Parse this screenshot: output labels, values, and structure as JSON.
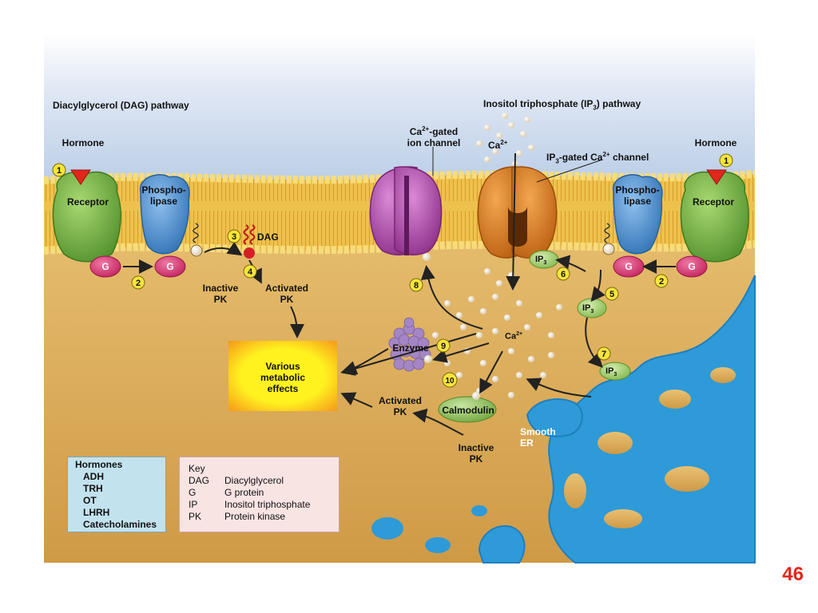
{
  "titles": {
    "dag": "Diacylglycerol (DAG) pathway",
    "ip3_pre": "Inositol triphosphate (IP",
    "ip3_sub": "3",
    "ip3_post": ") pathway"
  },
  "labels": {
    "hormone": "Hormone",
    "receptor": "Receptor",
    "phospholipase_1": "Phospho-",
    "phospholipase_2": "lipase",
    "g": "G",
    "dag": "DAG",
    "inactive_pk_1": "Inactive",
    "inactive_pk_2": "PK",
    "activated_pk_1": "Activated",
    "activated_pk_2": "PK",
    "ca_channel_1a": "Ca",
    "ca_channel_1b": "2+",
    "ca_channel_1c": "-gated",
    "ca_channel_2": "ion channel",
    "ca": "Ca",
    "ca_sup": "2+",
    "ip3_channel_a": "IP",
    "ip3_channel_b": "3",
    "ip3_channel_c": "-gated Ca",
    "ip3_channel_d": "2+",
    "ip3_channel_e": " channel",
    "ip": "IP",
    "ip_sub": "3",
    "enzyme": "Enzyme",
    "calmodulin": "Calmodulin",
    "smooth_er_1": "Smooth",
    "smooth_er_2": "ER",
    "effects_1": "Various",
    "effects_2": "metabolic",
    "effects_3": "effects"
  },
  "steps": [
    "1",
    "2",
    "3",
    "4",
    "5",
    "6",
    "7",
    "8",
    "9",
    "10"
  ],
  "hormones_box": {
    "title": "Hormones",
    "items": [
      "ADH",
      "TRH",
      "OT",
      "LHRH",
      "Catecholamines"
    ]
  },
  "key_box": {
    "title": "Key",
    "rows": [
      {
        "abbr": "DAG",
        "meaning": "Diacylglycerol"
      },
      {
        "abbr": "G",
        "meaning": "G protein"
      },
      {
        "abbr": "IP",
        "meaning": "Inositol triphosphate"
      },
      {
        "abbr": "PK",
        "meaning": "Protein kinase"
      }
    ]
  },
  "page_number": "46",
  "colors": {
    "sky": "#b9cde6",
    "cytoplasm": "#e3b766",
    "membrane": "#f2c44a",
    "receptor": "#7db545",
    "phospholipase": "#3f86c8",
    "g_protein": "#d8306f",
    "ca_channel": "#a845a4",
    "ip3_channel": "#e07f1c",
    "ip3": "#a4cf6a",
    "er": "#2e9ad8",
    "effects_box": "#ffe81a",
    "step_circle": "#f7e43b",
    "page_number": "#e1261c"
  }
}
